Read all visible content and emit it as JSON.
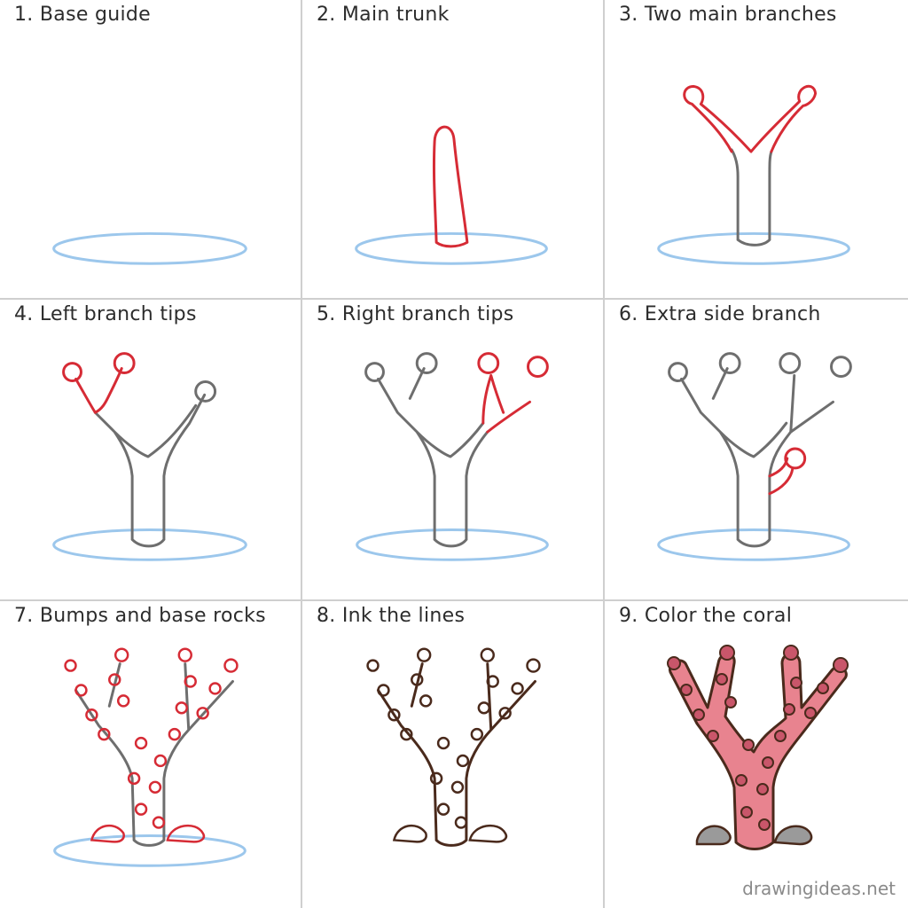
{
  "steps": [
    {
      "number": "1.",
      "title": "Base guide"
    },
    {
      "number": "2.",
      "title": "Main trunk"
    },
    {
      "number": "3.",
      "title": "Two main branches"
    },
    {
      "number": "4.",
      "title": "Left branch tips"
    },
    {
      "number": "5.",
      "title": "Right branch tips"
    },
    {
      "number": "6.",
      "title": "Extra side branch"
    },
    {
      "number": "7.",
      "title": "Bumps and base rocks"
    },
    {
      "number": "8.",
      "title": "Ink the lines"
    },
    {
      "number": "9.",
      "title": "Color the coral"
    }
  ],
  "watermark": "drawingideas.net",
  "colors": {
    "guide_blue": "#9cc7ec",
    "new_line_red": "#d62b35",
    "pencil_gray": "#6e6e6e",
    "ink_brown": "#4a2a1c",
    "coral_pink": "#e8838f",
    "bump_pink": "#c9566a",
    "rock_gray": "#9a9a9a"
  }
}
